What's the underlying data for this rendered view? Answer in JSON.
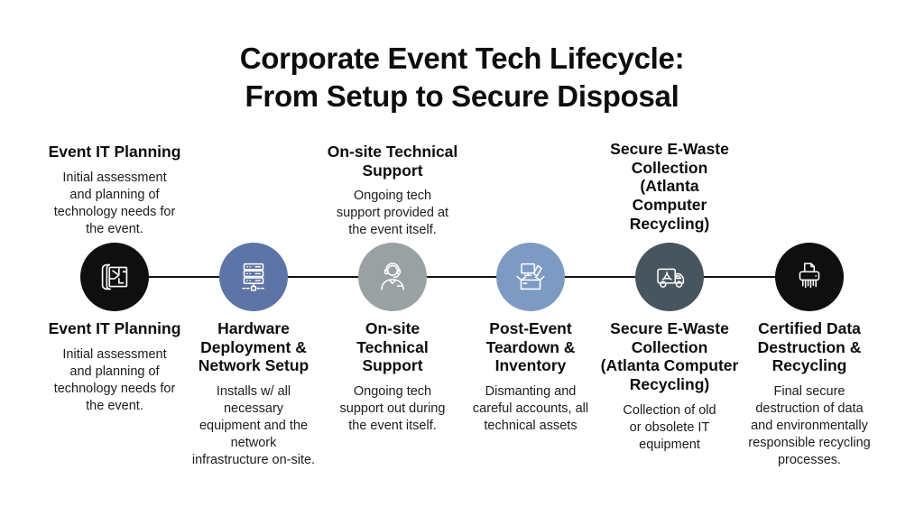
{
  "title": "Corporate Event Tech Lifecycle:\nFrom Setup to Secure Disposal",
  "colors": {
    "background": "#ffffff",
    "timeline_line": "#141414",
    "heading_text": "#0d0d0d",
    "body_text": "#1c1c1c"
  },
  "top_labels": [
    {
      "heading": "Event IT Planning",
      "description": "Initial assessment\nand planning of\ntechnology needs for\nthe event."
    },
    {
      "heading": "On-site Technical\nSupport",
      "description": "Ongoing tech\nsupport provided at\nthe event itself."
    },
    {
      "heading": "Secure E-Waste\nCollection\n(Atlanta\nComputer\nRecycling)",
      "description": ""
    }
  ],
  "steps": [
    {
      "heading": "Event IT Planning",
      "description": "Initial assessment\nand planning of\ntechnology needs for\nthe event.",
      "icon": "blueprint-icon",
      "circle_color": "#0f0f0f"
    },
    {
      "heading": "Hardware\nDeployment &\nNetwork Setup",
      "description": "Installs w/ all\nnecessary\nequipment and the\nnetwork\ninfrastructure on-site.",
      "icon": "server-rack-icon",
      "circle_color": "#5d74a6"
    },
    {
      "heading": "On-site\nTechnical\nSupport",
      "description": "Ongoing tech\nsupport out during\nthe event itself.",
      "icon": "headset-agent-icon",
      "circle_color": "#9aa1a3"
    },
    {
      "heading": "Post-Event\nTeardown &\nInventory",
      "description": "Dismanting and\ncareful accounts, all\ntechnical assets",
      "icon": "packing-box-icon",
      "circle_color": "#7d9bc2"
    },
    {
      "heading": "Secure E-Waste\nCollection\n(Atlanta Computer\nRecycling)",
      "description": "Collection of old\nor obsolete IT\nequipment",
      "icon": "recycling-truck-icon",
      "circle_color": "#47555f"
    },
    {
      "heading": "Certified Data\nDestruction &\nRecycling",
      "description": "Final secure\ndestruction of data\nand environmentally\nresponsible recycling\nprocesses.",
      "icon": "shredder-icon",
      "circle_color": "#0f0f0f"
    }
  ]
}
